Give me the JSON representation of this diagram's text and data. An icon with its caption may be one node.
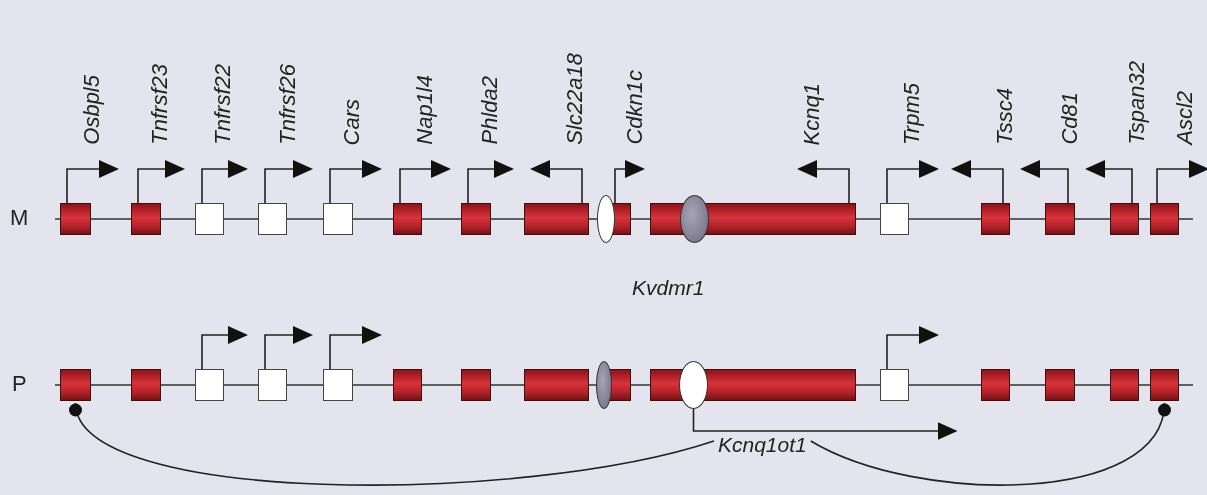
{
  "diagram": {
    "nodes": [
      {
        "text": [],
        "shape": "box"
      },
      {
        "text": [],
        "shape": "box"
      },
      {
        "text": [],
        "shape": "box"
      },
      {
        "text": [],
        "shape": "box"
      },
      {
        "text": [],
        "shape": "box"
      },
      {
        "text": [],
        "shape": "box"
      },
      {
        "text": [],
        "shape": "box"
      },
      {
        "text": [],
        "shape": "box"
      },
      {
        "text": [],
        "shape": "oval"
      },
      {
        "text": [],
        "shape": "box"
      },
      {
        "text": [],
        "shape": "box"
      },
      {
        "text": [],
        "shape": "oval"
      },
      {
        "text": [],
        "shape": "box"
      },
      {
        "text": [],
        "shape": "box"
      },
      {
        "text": [],
        "shape": "box"
      },
      {
        "text": [],
        "shape": "box"
      },
      {
        "text": [],
        "shape": "box"
      },
      {
        "text": [],
        "shape": "box"
      },
      {
        "text": [],
        "shape": "box"
      },
      {
        "text": [],
        "shape": "box"
      },
      {
        "text": [],
        "shape": "box"
      },
      {
        "text": [],
        "shape": "box"
      },
      {
        "text": [],
        "shape": "box"
      },
      {
        "text": [],
        "shape": "box"
      },
      {
        "text": [],
        "shape": "box"
      },
      {
        "text": [],
        "shape": "oval"
      },
      {
        "text": [],
        "shape": "box"
      },
      {
        "text": [],
        "shape": "box"
      },
      {
        "text": [],
        "shape": "oval"
      },
      {
        "text": [],
        "shape": "box"
      },
      {
        "text": [],
        "shape": "box"
      },
      {
        "text": [],
        "shape": "box"
      },
      {
        "text": [],
        "shape": "box"
      },
      {
        "text": [],
        "shape": "box"
      },
      {
        "text": [
          "Kcnq1ot1"
        ]
      }
    ],
    "edges": [
      {
        "from": 0,
        "to": null,
        "arrow": "to"
      },
      {
        "from": 1,
        "to": null,
        "arrow": "to"
      },
      {
        "from": 2,
        "to": null,
        "arrow": "to"
      },
      {
        "from": 3,
        "to": null,
        "arrow": "to"
      },
      {
        "from": 4,
        "to": null,
        "arrow": "to"
      },
      {
        "from": 5,
        "to": null,
        "arrow": "to"
      },
      {
        "from": 6,
        "to": null,
        "arrow": "to"
      },
      {
        "from": 7,
        "to": null,
        "arrow": "to"
      },
      {
        "from": 9,
        "to": null,
        "arrow": "to"
      },
      {
        "from": 10,
        "to": null,
        "arrow": "to"
      },
      {
        "from": 12,
        "to": null,
        "arrow": "to"
      },
      {
        "from": 13,
        "to": null,
        "arrow": "to"
      },
      {
        "from": 14,
        "to": null,
        "arrow": "to"
      },
      {
        "from": 15,
        "to": null,
        "arrow": "to"
      },
      {
        "from": 16,
        "to": null,
        "arrow": "to"
      },
      {
        "from": 19,
        "to": null,
        "arrow": "to"
      },
      {
        "from": 20,
        "to": null,
        "arrow": "to"
      },
      {
        "from": 21,
        "to": null,
        "arrow": "to"
      },
      {
        "from": 29,
        "to": null,
        "arrow": "to"
      },
      {
        "from": 28,
        "to": null,
        "arrow": "to"
      },
      {
        "from": 34,
        "to": 17,
        "arrow": "other"
      },
      {
        "from": 34,
        "to": 33,
        "arrow": "other"
      }
    ],
    "labels": [
      "Osbpl5",
      "Tnfrsf23",
      "Tnfrsf22",
      "Tnfrsf26",
      "Cars",
      "Nap1l4",
      "Phlda2",
      "Slc22a18",
      "Cdkn1c",
      "Kcnq1",
      "Trpm5",
      "Tssc4",
      "Cd81",
      "Tspan32",
      "Ascl2",
      "M",
      "Kvdmr1",
      "P"
    ]
  }
}
